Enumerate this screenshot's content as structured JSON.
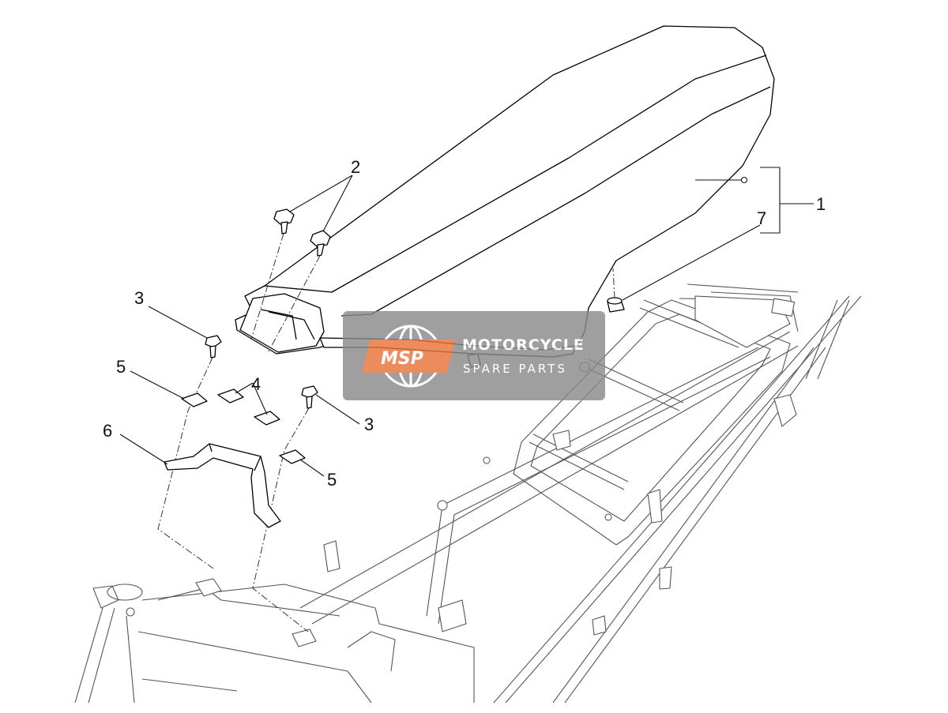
{
  "diagram": {
    "callouts": [
      {
        "id": "c1",
        "text": "1"
      },
      {
        "id": "c2",
        "text": "2"
      },
      {
        "id": "c3a",
        "text": "3"
      },
      {
        "id": "c3b",
        "text": "3"
      },
      {
        "id": "c4",
        "text": "4"
      },
      {
        "id": "c5a",
        "text": "5"
      },
      {
        "id": "c5b",
        "text": "5"
      },
      {
        "id": "c6",
        "text": "6"
      },
      {
        "id": "c7",
        "text": "7"
      }
    ],
    "watermark": {
      "logo_text": "MSP",
      "title": "MOTORCYCLE",
      "subtitle": "SPARE PARTS",
      "box_color": "#8a8a8a",
      "logo_color": "#e8733a"
    }
  }
}
